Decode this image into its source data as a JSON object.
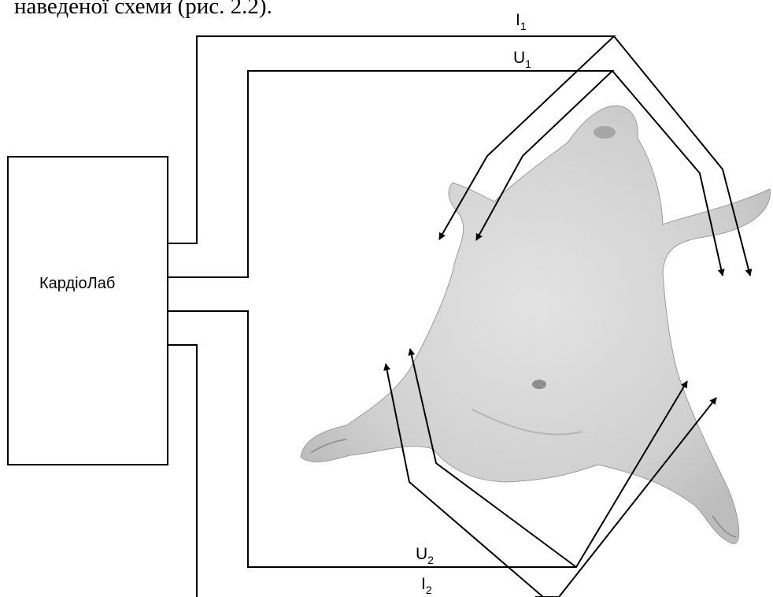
{
  "caption": "наведеної схеми (рис. 2.2).",
  "device": {
    "label": "КардіоЛаб"
  },
  "signals": {
    "i1": {
      "letter": "I",
      "sub": "1"
    },
    "u1": {
      "letter": "U",
      "sub": "1"
    },
    "u2": {
      "letter": "U",
      "sub": "2"
    },
    "i2": {
      "letter": "I",
      "sub": "2"
    }
  }
}
